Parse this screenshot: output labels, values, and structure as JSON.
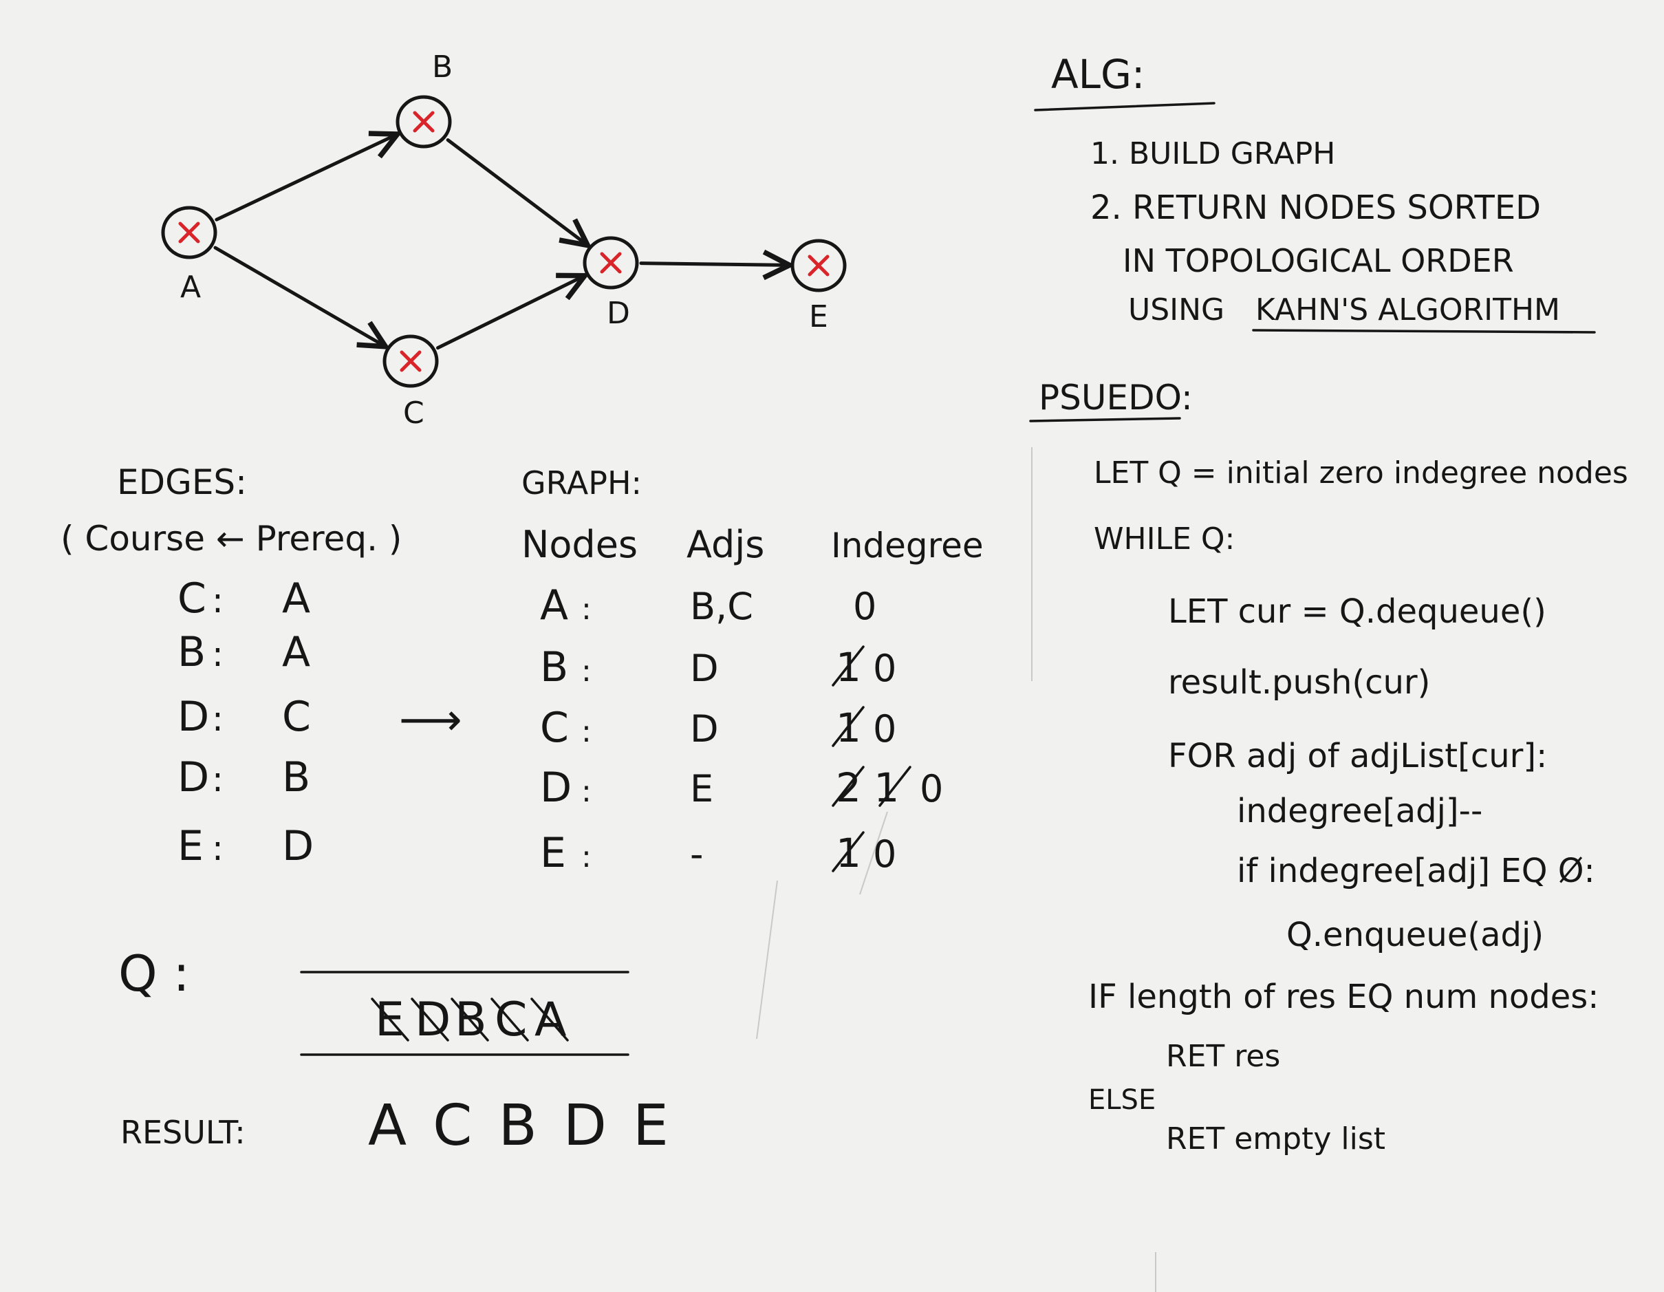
{
  "graph": {
    "nodes": [
      {
        "id": "A",
        "label": "A",
        "visited": true
      },
      {
        "id": "B",
        "label": "B",
        "visited": true
      },
      {
        "id": "C",
        "label": "C",
        "visited": true
      },
      {
        "id": "D",
        "label": "D",
        "visited": true
      },
      {
        "id": "E",
        "label": "E",
        "visited": true
      }
    ],
    "edges": [
      {
        "from": "A",
        "to": "B"
      },
      {
        "from": "A",
        "to": "C"
      },
      {
        "from": "B",
        "to": "D"
      },
      {
        "from": "C",
        "to": "D"
      },
      {
        "from": "D",
        "to": "E"
      }
    ]
  },
  "edges_section": {
    "title": "EDGES:",
    "subtitle": "( Course ← Prereq. )",
    "rows": [
      {
        "course": "C",
        "prereq": "A"
      },
      {
        "course": "B",
        "prereq": "A"
      },
      {
        "course": "D",
        "prereq": "C"
      },
      {
        "course": "D",
        "prereq": "B"
      },
      {
        "course": "E",
        "prereq": "D"
      }
    ],
    "arrow": "⟶"
  },
  "graph_table": {
    "title": "GRAPH:",
    "headers": [
      "Nodes",
      "Adjs",
      "Indegree"
    ],
    "rows": [
      {
        "node": "A",
        "adjs": "B,C",
        "crossed": "",
        "indegree": "0"
      },
      {
        "node": "B",
        "adjs": "D",
        "crossed": "1",
        "indegree": "0"
      },
      {
        "node": "C",
        "adjs": "D",
        "crossed": "1",
        "indegree": "0"
      },
      {
        "node": "D",
        "adjs": "E",
        "crossed": "2 1",
        "indegree": "0"
      },
      {
        "node": "E",
        "adjs": "-",
        "crossed": "1",
        "indegree": "0"
      }
    ]
  },
  "queue": {
    "label": "Q :",
    "items_crossed": [
      "E",
      "D",
      "B",
      "C",
      "A"
    ]
  },
  "result": {
    "label": "RESULT:",
    "value": "A C B D E"
  },
  "alg": {
    "title": "ALG:",
    "steps": [
      "1. BUILD GRAPH",
      "2. RETURN NODES SORTED",
      "IN TOPOLOGICAL ORDER",
      "USING",
      "KAHN'S ALGORITHM"
    ]
  },
  "pseudo": {
    "title": "PSUEDO:",
    "lines": [
      "LET Q = initial zero indegree nodes",
      "WHILE Q:",
      "LET cur = Q.dequeue()",
      "result.push(cur)",
      "FOR adj of adjList[cur]:",
      "indegree[adj]--",
      "if indegree[adj] EQ Ø:",
      "Q.enqueue(adj)",
      "IF length of res EQ num nodes:",
      "RET res",
      "ELSE",
      "RET empty list"
    ]
  }
}
